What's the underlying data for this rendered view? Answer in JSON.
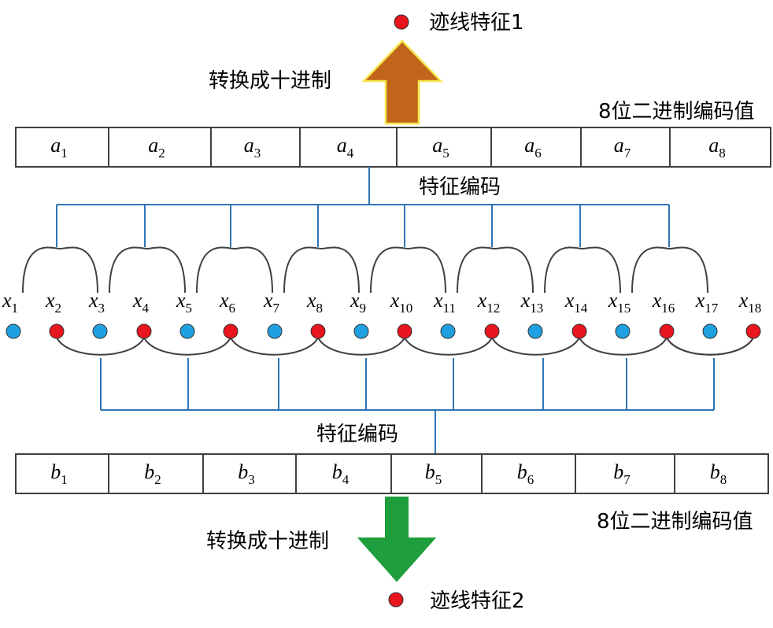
{
  "top_output": {
    "label": "迹线特征1"
  },
  "bottom_output": {
    "label": "迹线特征2"
  },
  "top_convert": {
    "label": "转换成十进制"
  },
  "bottom_convert": {
    "label": "转换成十进制"
  },
  "top_register": {
    "caption": "8位二进制编码值",
    "cells": [
      {
        "var": "a",
        "sub": "1"
      },
      {
        "var": "a",
        "sub": "2"
      },
      {
        "var": "a",
        "sub": "3"
      },
      {
        "var": "a",
        "sub": "4"
      },
      {
        "var": "a",
        "sub": "5"
      },
      {
        "var": "a",
        "sub": "6"
      },
      {
        "var": "a",
        "sub": "7"
      },
      {
        "var": "a",
        "sub": "8"
      }
    ]
  },
  "bottom_register": {
    "caption": "8位二进制编码值",
    "cells": [
      {
        "var": "b",
        "sub": "1"
      },
      {
        "var": "b",
        "sub": "2"
      },
      {
        "var": "b",
        "sub": "3"
      },
      {
        "var": "b",
        "sub": "4"
      },
      {
        "var": "b",
        "sub": "5"
      },
      {
        "var": "b",
        "sub": "6"
      },
      {
        "var": "b",
        "sub": "7"
      },
      {
        "var": "b",
        "sub": "8"
      }
    ]
  },
  "top_encode": {
    "label": "特征编码"
  },
  "bottom_encode": {
    "label": "特征编码"
  },
  "nodes": [
    {
      "var": "x",
      "sub": "1",
      "color": "blue"
    },
    {
      "var": "x",
      "sub": "2",
      "color": "red"
    },
    {
      "var": "x",
      "sub": "3",
      "color": "blue"
    },
    {
      "var": "x",
      "sub": "4",
      "color": "red"
    },
    {
      "var": "x",
      "sub": "5",
      "color": "blue"
    },
    {
      "var": "x",
      "sub": "6",
      "color": "red"
    },
    {
      "var": "x",
      "sub": "7",
      "color": "blue"
    },
    {
      "var": "x",
      "sub": "8",
      "color": "red"
    },
    {
      "var": "x",
      "sub": "9",
      "color": "blue"
    },
    {
      "var": "x",
      "sub": "10",
      "color": "red"
    },
    {
      "var": "x",
      "sub": "11",
      "color": "blue"
    },
    {
      "var": "x",
      "sub": "12",
      "color": "red"
    },
    {
      "var": "x",
      "sub": "13",
      "color": "blue"
    },
    {
      "var": "x",
      "sub": "14",
      "color": "red"
    },
    {
      "var": "x",
      "sub": "15",
      "color": "blue"
    },
    {
      "var": "x",
      "sub": "16",
      "color": "red"
    },
    {
      "var": "x",
      "sub": "17",
      "color": "blue"
    },
    {
      "var": "x",
      "sub": "18",
      "color": "red"
    }
  ],
  "colors": {
    "blue_node": "#1fa0e0",
    "red_node": "#e8141e",
    "bus": "#2e75b6",
    "up_arrow_fill": "#c0651a",
    "up_arrow_border": "#f5e64a",
    "down_arrow_fill": "#1e9e3c",
    "down_arrow_border": "#1e9e3c"
  }
}
